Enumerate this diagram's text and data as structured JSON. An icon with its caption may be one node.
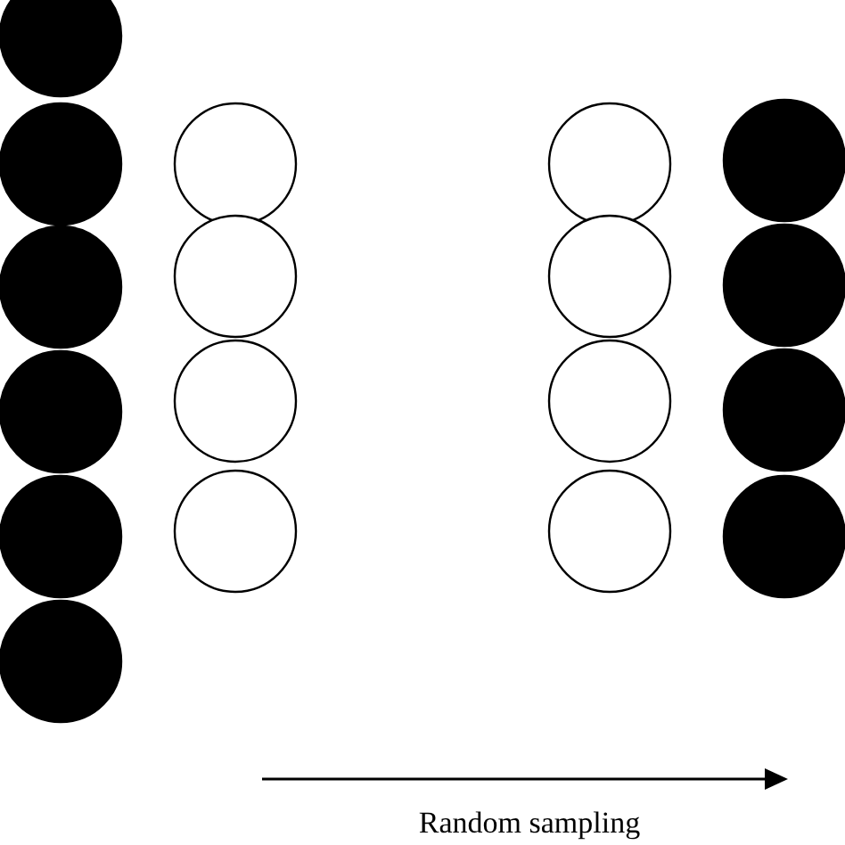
{
  "diagram": {
    "nodes": [
      {
        "text": [],
        "shape": "circle"
      },
      {
        "text": [],
        "shape": "circle"
      },
      {
        "text": [],
        "shape": "circle"
      },
      {
        "text": [],
        "shape": "circle"
      },
      {
        "text": [],
        "shape": "circle"
      },
      {
        "text": [],
        "shape": "circle"
      },
      {
        "text": [],
        "shape": "circle"
      },
      {
        "text": [],
        "shape": "circle"
      },
      {
        "text": [],
        "shape": "circle"
      },
      {
        "text": [],
        "shape": "circle"
      },
      {
        "text": [],
        "shape": "circle"
      },
      {
        "text": [],
        "shape": "circle"
      },
      {
        "text": [],
        "shape": "circle"
      },
      {
        "text": [],
        "shape": "circle"
      },
      {
        "text": [],
        "shape": "circle"
      },
      {
        "text": [],
        "shape": "circle"
      },
      {
        "text": [],
        "shape": "circle"
      },
      {
        "text": [],
        "shape": "circle"
      }
    ],
    "labels": [
      "Random sampling"
    ]
  }
}
